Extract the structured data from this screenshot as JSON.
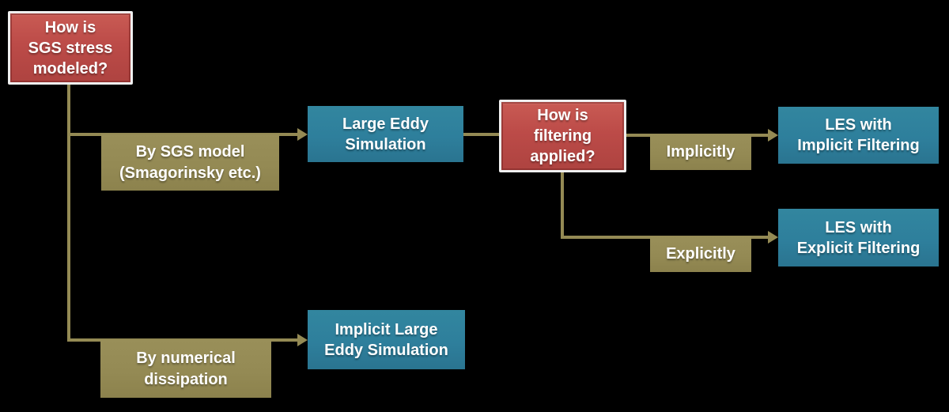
{
  "diagram": {
    "type": "decision-tree-flowchart",
    "background": "#000000",
    "colors": {
      "question_box": "#bc4b48",
      "question_border": "#efefef",
      "outcome_box": "#2e7f9c",
      "branch_box": "#948a54",
      "connector": "#948a54",
      "text": "#ffffff"
    },
    "nodes": {
      "q_sgs": {
        "label": "How is\nSGS stress\nmodeled?"
      },
      "branch_sgs_model": {
        "label": "By SGS model\n(Smagorinsky etc.)"
      },
      "les": {
        "label": "Large Eddy\nSimulation"
      },
      "q_filtering": {
        "label": "How is\nfiltering\napplied?"
      },
      "branch_implicitly": {
        "label": "Implicitly"
      },
      "les_implicit": {
        "label": "LES with\nImplicit Filtering"
      },
      "branch_explicitly": {
        "label": "Explicitly"
      },
      "les_explicit": {
        "label": "LES with\nExplicit Filtering"
      },
      "branch_numerical": {
        "label": "By numerical\ndissipation"
      },
      "iles": {
        "label": "Implicit Large\nEddy Simulation"
      }
    }
  }
}
